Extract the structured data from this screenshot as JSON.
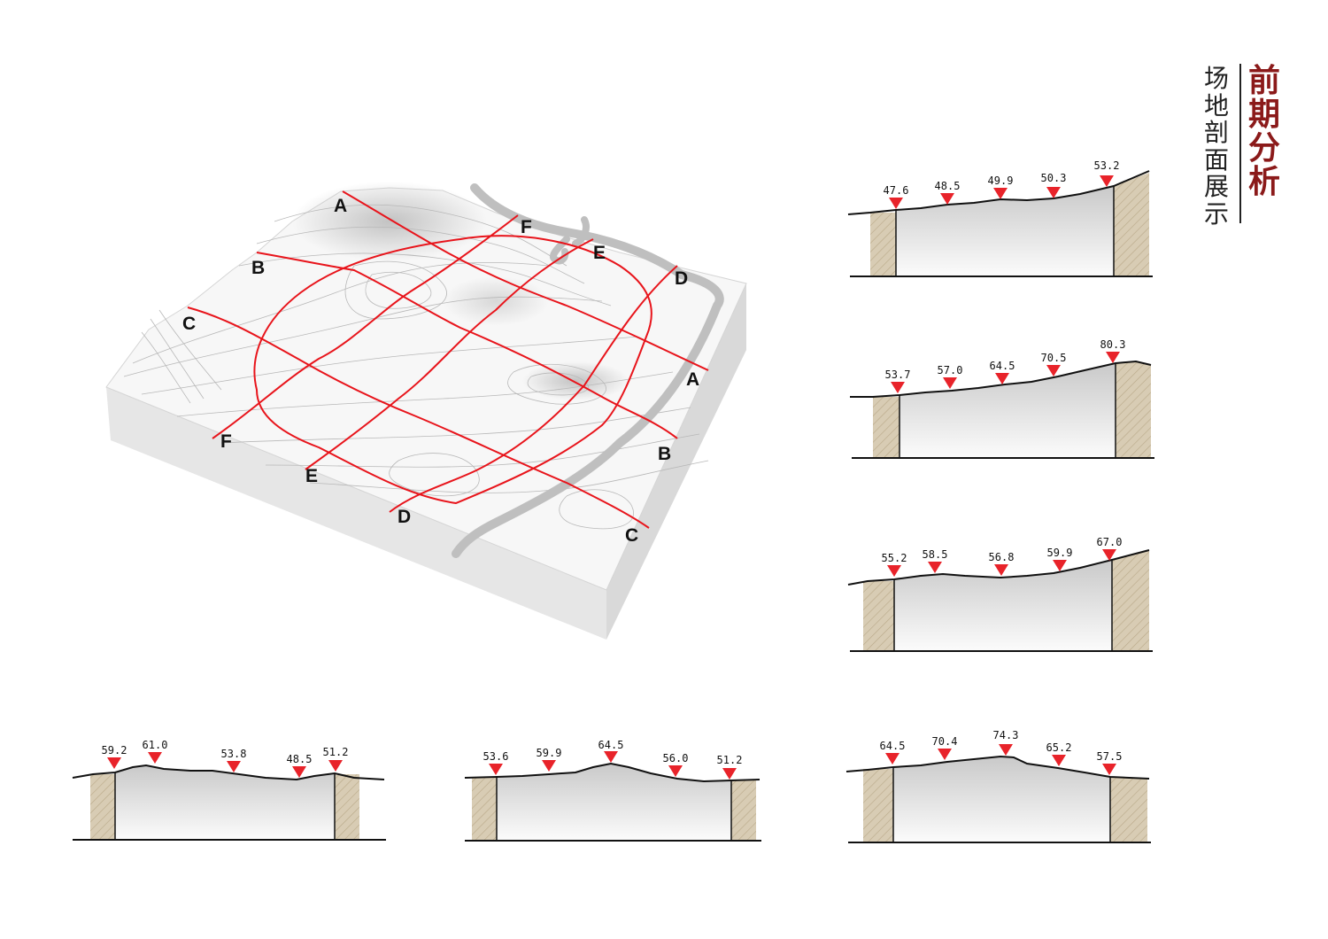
{
  "title": {
    "main": [
      "前",
      "期",
      "分",
      "析"
    ],
    "sub": [
      "场",
      "地",
      "剖",
      "面",
      "展",
      "示"
    ]
  },
  "colors": {
    "accent": "#8b1a1a",
    "section_line": "#e8141b",
    "marker": "#e8232a",
    "soil": "#d8ccb4"
  },
  "model_labels": {
    "A_top": "A",
    "B_left": "B",
    "C_left": "C",
    "F_top": "F",
    "E_top": "E",
    "D_top": "D",
    "A_right": "A",
    "B_right": "B",
    "C_right": "C",
    "F_bottom": "F",
    "E_bottom": "E",
    "D_bottom": "D"
  },
  "sections": [
    {
      "id": "A-A",
      "elevations": [
        "47.6",
        "48.5",
        "49.9",
        "50.3",
        "53.2"
      ]
    },
    {
      "id": "B-B",
      "elevations": [
        "53.7",
        "57.0",
        "64.5",
        "70.5",
        "80.3"
      ]
    },
    {
      "id": "C-C",
      "elevations": [
        "55.2",
        "58.5",
        "56.8",
        "59.9",
        "67.0"
      ]
    },
    {
      "id": "D-D",
      "elevations": [
        "64.5",
        "70.4",
        "74.3",
        "65.2",
        "57.5"
      ]
    },
    {
      "id": "E-E",
      "elevations": [
        "53.6",
        "59.9",
        "64.5",
        "56.0",
        "51.2"
      ]
    },
    {
      "id": "F-F",
      "elevations": [
        "59.2",
        "61.0",
        "53.8",
        "48.5",
        "51.2"
      ]
    }
  ]
}
